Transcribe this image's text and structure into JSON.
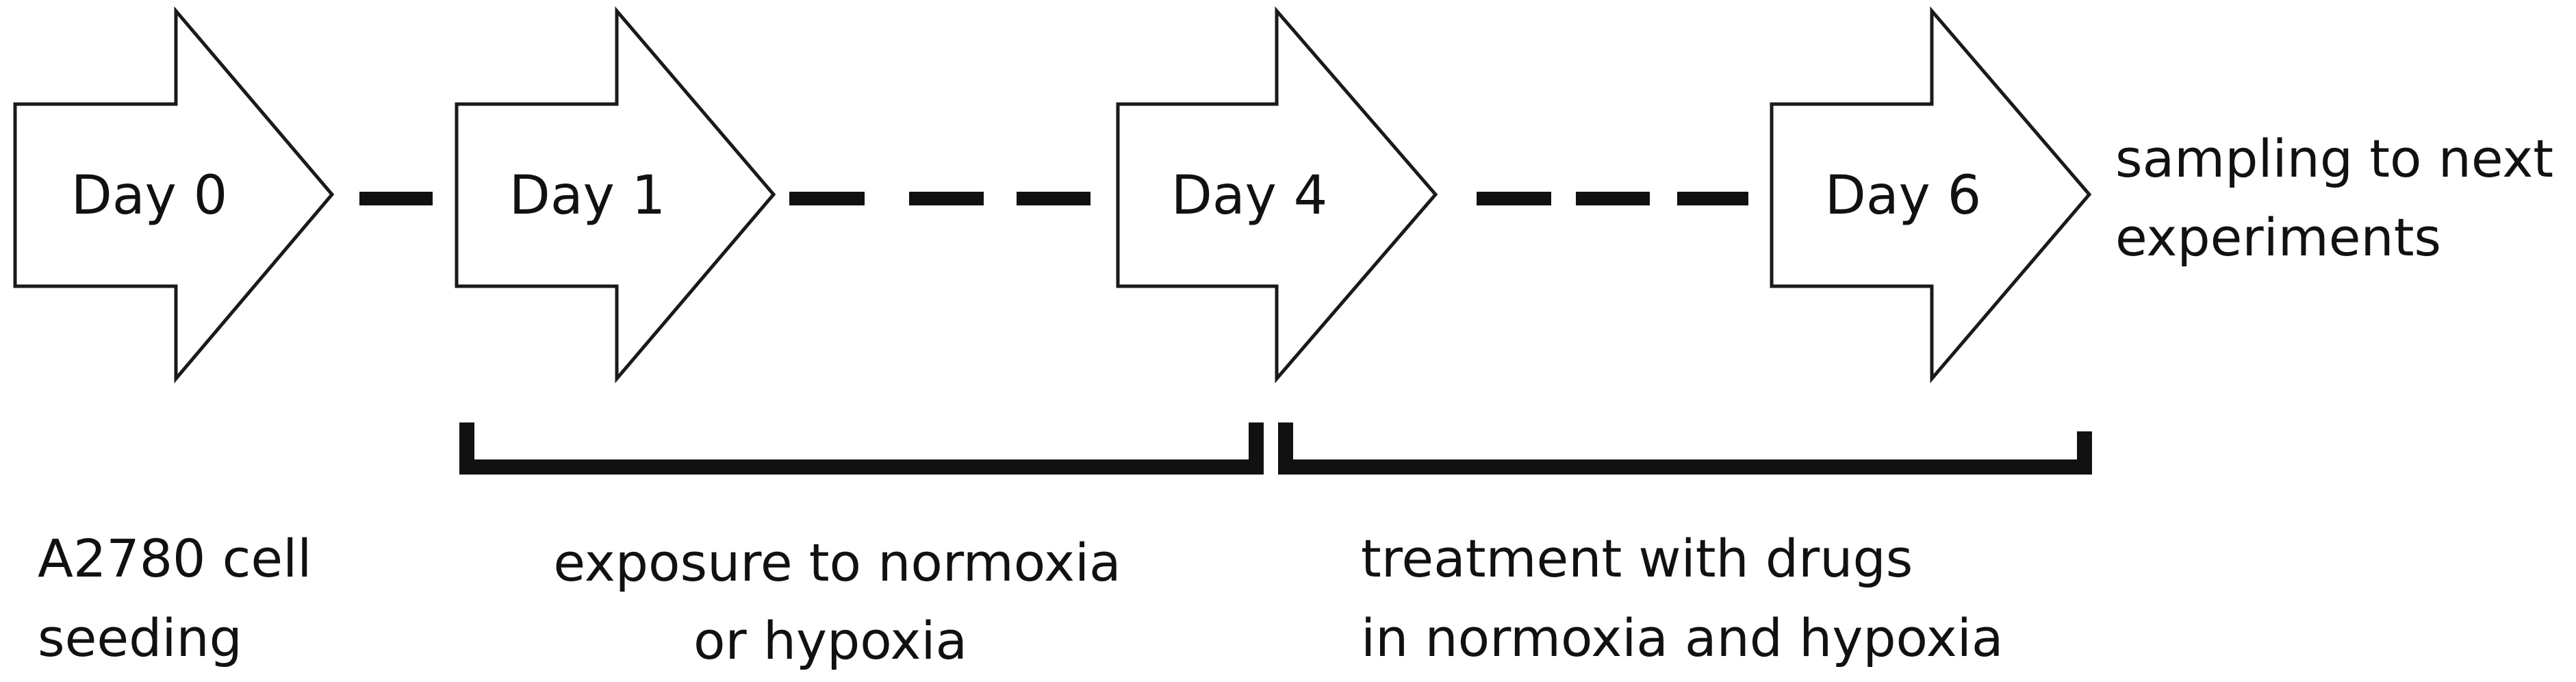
{
  "days": [
    {
      "label": "Day 0"
    },
    {
      "label": "Day 1"
    },
    {
      "label": "Day 4"
    },
    {
      "label": "Day 6"
    }
  ],
  "end_note": {
    "line1": "sampling to next",
    "line2": "experiments"
  },
  "captions": {
    "seeding": {
      "line1": "A2780 cell",
      "line2": "seeding"
    },
    "exposure": {
      "line1": "exposure to normoxia",
      "line2": "or hypoxia"
    },
    "treatment": {
      "line1": "treatment with drugs",
      "line2": "in normoxia and hypoxia"
    }
  }
}
